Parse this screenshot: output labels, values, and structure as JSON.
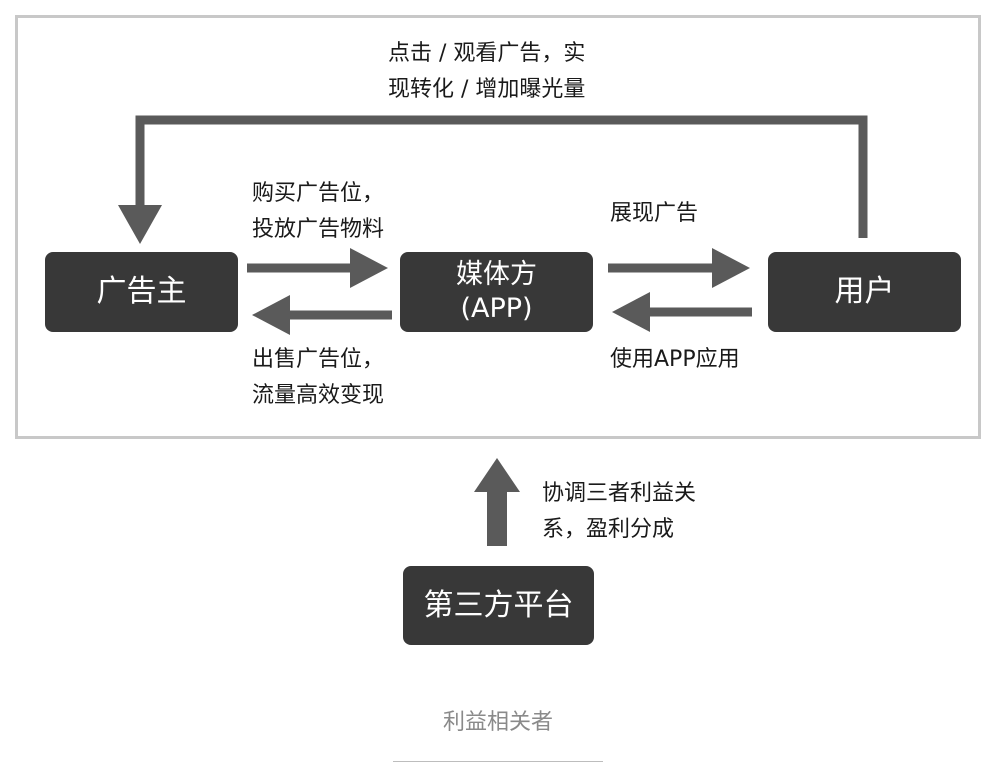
{
  "nodes": {
    "advertiser": "广告主",
    "media_line1": "媒体方",
    "media_line2": "(APP)",
    "user": "用户",
    "platform": "第三方平台"
  },
  "edges": {
    "user_to_advertiser_line1": "点击 / 观看广告，实",
    "user_to_advertiser_line2": "现转化 / 增加曝光量",
    "advertiser_to_media_line1": "购买广告位，",
    "advertiser_to_media_line2": "投放广告物料",
    "media_to_user": "展现广告",
    "media_to_advertiser_line1": "出售广告位，",
    "media_to_advertiser_line2": "流量高效变现",
    "user_to_media": "使用APP应用",
    "platform_to_frame_line1": "协调三者利益关",
    "platform_to_frame_line2": "系，盈利分成"
  },
  "caption": "利益相关者",
  "colors": {
    "box_fill": "#383838",
    "box_text": "#ffffff",
    "arrow": "#5a5a5a",
    "frame_border": "#c8c8c8",
    "caption_text": "#8a8a8a"
  }
}
